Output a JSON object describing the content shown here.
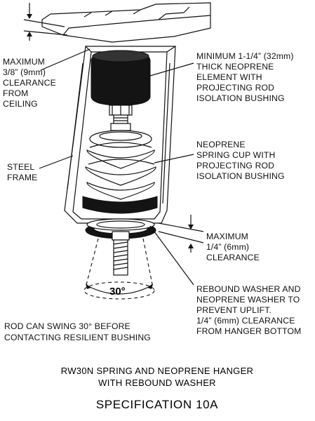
{
  "labels": {
    "ceiling_clearance": [
      "MAXIMUM",
      "3/8” (9mm)",
      "CLEARANCE",
      "FROM",
      "CEILING"
    ],
    "top_element": [
      "MINIMUM 1-1/4” (32mm)",
      "THICK NEOPRENE",
      "ELEMENT WITH",
      "PROJECTING ROD",
      "ISOLATION BUSHING"
    ],
    "spring_cup": [
      "NEOPRENE",
      "SPRING CUP WITH",
      "PROJECTING ROD",
      "ISOLATION BUSHING"
    ],
    "frame": [
      "STEEL",
      "FRAME"
    ],
    "bottom_clearance": [
      "MAXIMUM",
      "1/4” (6mm)",
      "CLEARANCE"
    ],
    "rebound_washer": [
      "REBOUND WASHER AND",
      "NEOPRENE WASHER TO",
      "PREVENT UPLIFT.",
      "1/4” (6mm) CLEARANCE",
      "FROM HANGER BOTTOM"
    ],
    "rod_swing": [
      "ROD CAN SWING 30° BEFORE",
      "CONTACTING RESILIENT BUSHING"
    ],
    "angle": "30°"
  },
  "caption": {
    "line1": "RW30N SPRING AND NEOPRENE HANGER",
    "line2": "WITH REBOUND WASHER",
    "spec": "SPECIFICATION 10A"
  },
  "colors": {
    "ink": "#111111",
    "background": "#ffffff",
    "neoprene": "#141414"
  }
}
